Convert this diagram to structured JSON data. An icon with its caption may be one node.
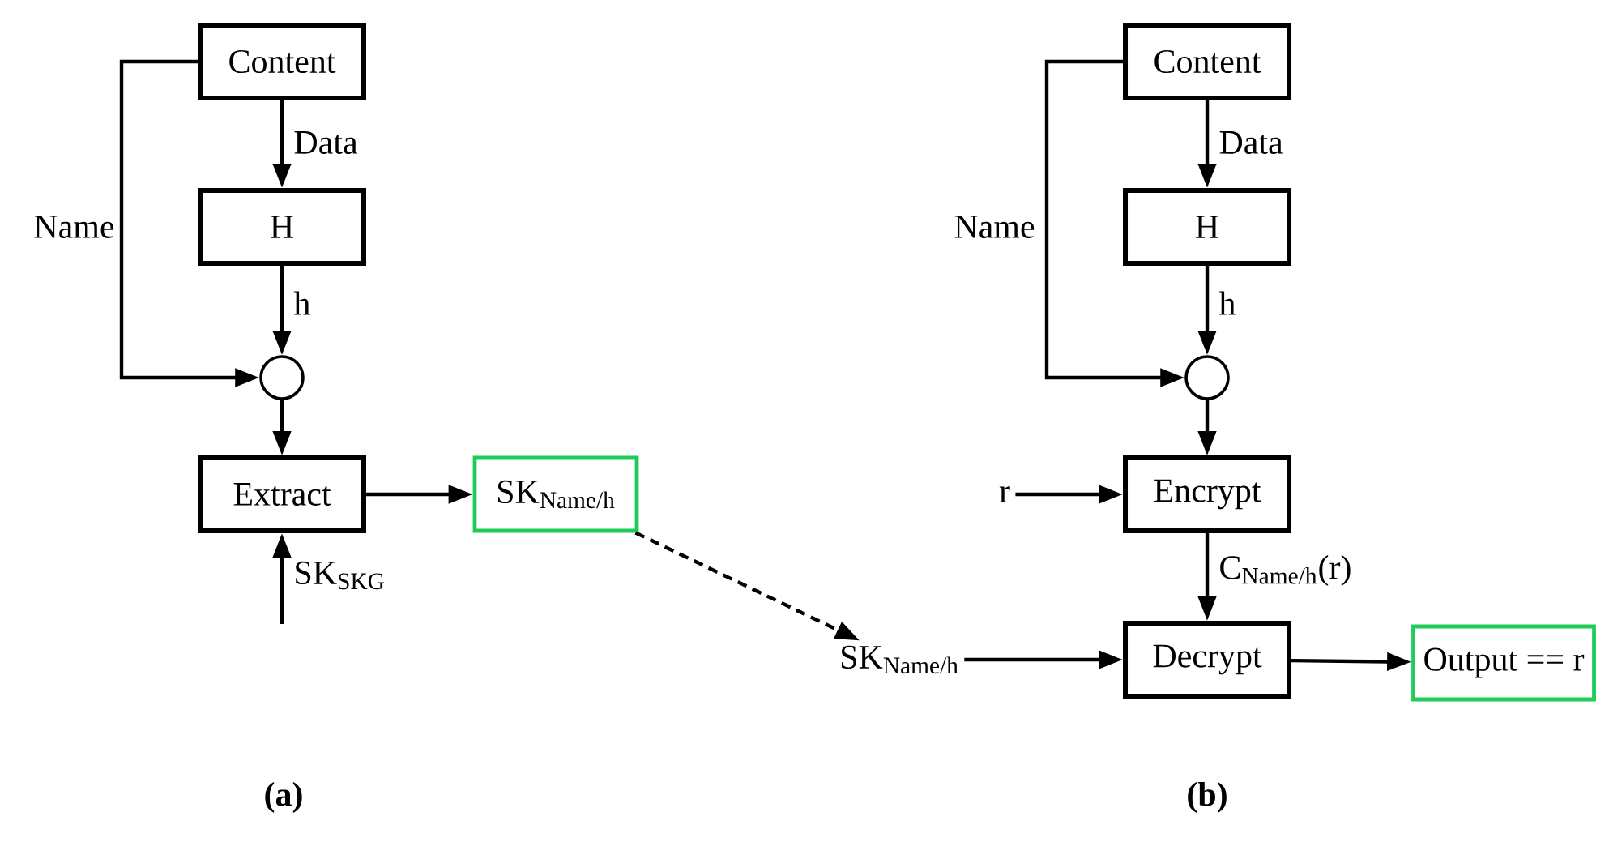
{
  "diagram": {
    "nodes": [
      {
        "text": [
          "Content"
        ]
      },
      {
        "text": [
          "H"
        ]
      },
      {
        "text": [],
        "shape": "circle"
      },
      {
        "text": [
          "Extract"
        ]
      },
      {
        "text": [
          "SK$_{Name/h}$"
        ]
      },
      {
        "text": [
          "Content"
        ]
      },
      {
        "text": [
          "H"
        ]
      },
      {
        "text": [],
        "shape": "circle"
      },
      {
        "text": [
          "r"
        ]
      },
      {
        "text": [
          "Encrypt"
        ]
      },
      {
        "text": [
          "SK$_{Name/h}$"
        ]
      },
      {
        "text": [
          "Decrypt"
        ]
      },
      {
        "text": [
          "Output == r"
        ]
      }
    ],
    "edges": [
      {
        "from": 0,
        "to": 1,
        "arrow": "to",
        "label": "Data"
      },
      {
        "from": 0,
        "to": 2,
        "arrow": "to",
        "label": "Name"
      },
      {
        "from": 1,
        "to": 2,
        "arrow": "to",
        "label": "h"
      },
      {
        "from": 2,
        "to": 3,
        "arrow": "to"
      },
      {
        "from": null,
        "to": 3,
        "arrow": "to",
        "label": "SK$_{SKG}$"
      },
      {
        "from": 3,
        "to": 4,
        "arrow": "to"
      },
      {
        "from": 4,
        "to": 10,
        "arrow": "to",
        "style": "dashed"
      },
      {
        "from": 5,
        "to": 6,
        "arrow": "to",
        "label": "Data"
      },
      {
        "from": 5,
        "to": 7,
        "arrow": "to",
        "label": "Name"
      },
      {
        "from": 6,
        "to": 7,
        "arrow": "to",
        "label": "h"
      },
      {
        "from": 7,
        "to": 9,
        "arrow": "to"
      },
      {
        "from": 8,
        "to": 9,
        "arrow": "to"
      },
      {
        "from": 9,
        "to": 11,
        "arrow": "to",
        "label": "C$_{Name/h}$(r)"
      },
      {
        "from": 10,
        "to": 11,
        "arrow": "to"
      },
      {
        "from": 11,
        "to": 12,
        "arrow": "to"
      }
    ],
    "labels": [
      "(a)",
      "(b)"
    ]
  }
}
